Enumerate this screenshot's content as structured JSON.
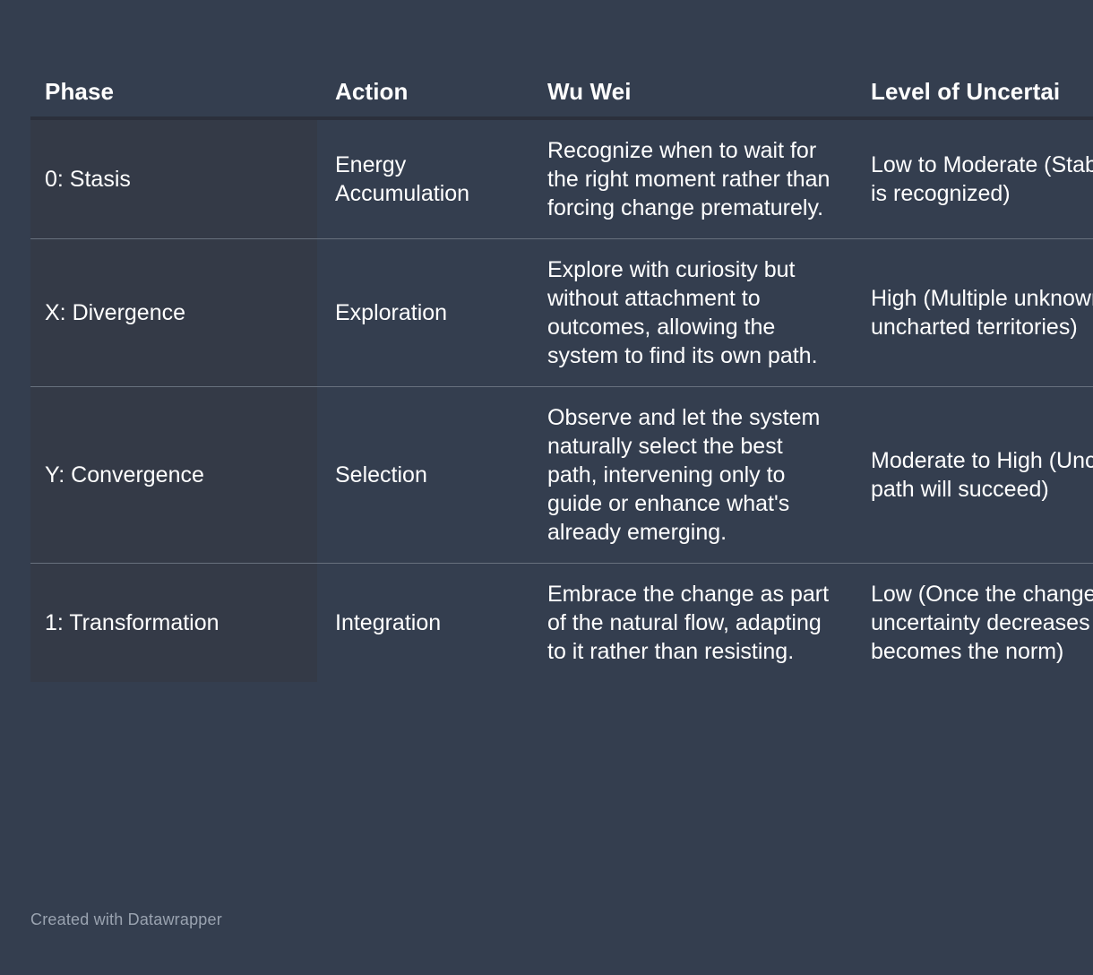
{
  "background_color": "#343e4f",
  "first_column_color": "#343a47",
  "header_rule_color": "#2b303c",
  "row_divider_color": "#68717e",
  "text_color": "#ffffff",
  "footer_color": "#9aa3b0",
  "table": {
    "columns": [
      {
        "key": "phase",
        "label": "Phase"
      },
      {
        "key": "action",
        "label": "Action"
      },
      {
        "key": "wu_wei",
        "label": "Wu Wei"
      },
      {
        "key": "uncertainty",
        "label": "Level of Uncertai"
      }
    ],
    "rows": [
      {
        "phase": "0: Stasis",
        "action": "Energy Accumulation",
        "wu_wei": "Recognize when to wait for the right moment rather than forcing change prematurely.",
        "uncertainty": "Low to Moderate (Stable but potential change is recognized)"
      },
      {
        "phase": "X: Divergence",
        "action": "Exploration",
        "wu_wei": "Explore with curiosity but without attachment to outcomes, allowing the system to find its own path.",
        "uncertainty": "High (Multiple unknowns, exploration into uncharted territories)"
      },
      {
        "phase": "Y: Convergence",
        "action": "Selection",
        "wu_wei": "Observe and let the system naturally select the best path, intervening only to guide or enhance what's already emerging.",
        "uncertainty": "Moderate to High (Uncertainty about which path will succeed)"
      },
      {
        "phase": "1: Transformation",
        "action": "Integration",
        "wu_wei": "Embrace the change as part of the natural flow, adapting to it rather than resisting.",
        "uncertainty": "Low (Once the change is integrated, uncertainty decreases as the new state becomes the norm)"
      }
    ]
  },
  "footer": {
    "credit": "Created with Datawrapper"
  }
}
